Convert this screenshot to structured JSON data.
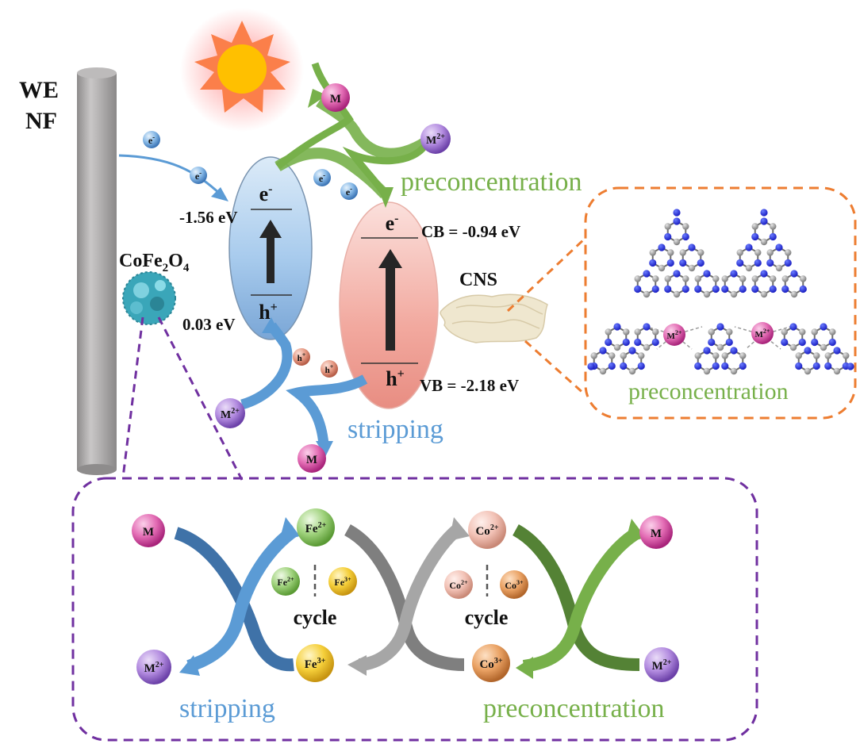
{
  "electrode": {
    "line1": "WE",
    "line2": "NF"
  },
  "material": {
    "cofe2o4_base": "CoFe",
    "cofe2o4_sub2": "2",
    "cofe2o4_o": "O",
    "cofe2o4_sub4": "4",
    "cns": "CNS"
  },
  "bands": {
    "cofe_cb": "-1.56 eV",
    "cofe_vb": "0.03 eV",
    "cns_cb": "CB = -0.94 eV",
    "cns_vb": "VB = -2.18 eV",
    "electron": "e",
    "electron_sup": "-",
    "hole": "h",
    "hole_sup": "+"
  },
  "labels": {
    "preconcentration": "preconcentration",
    "stripping": "stripping",
    "cycle": "cycle"
  },
  "species": {
    "metal": "M",
    "ion": "M",
    "ion_sup": "2+",
    "fe2": "Fe",
    "fe2_sup": "2+",
    "fe3": "Fe",
    "fe3_sup": "3+",
    "co2": "Co",
    "co2_sup": "2+",
    "co3": "Co",
    "co3_sup": "3+"
  },
  "colors": {
    "green": "#77b04a",
    "blue": "#5b9bd5",
    "orange_box": "#ed7d31",
    "purple_box": "#7030a0",
    "gray_arrow": "#8c8c8c"
  }
}
